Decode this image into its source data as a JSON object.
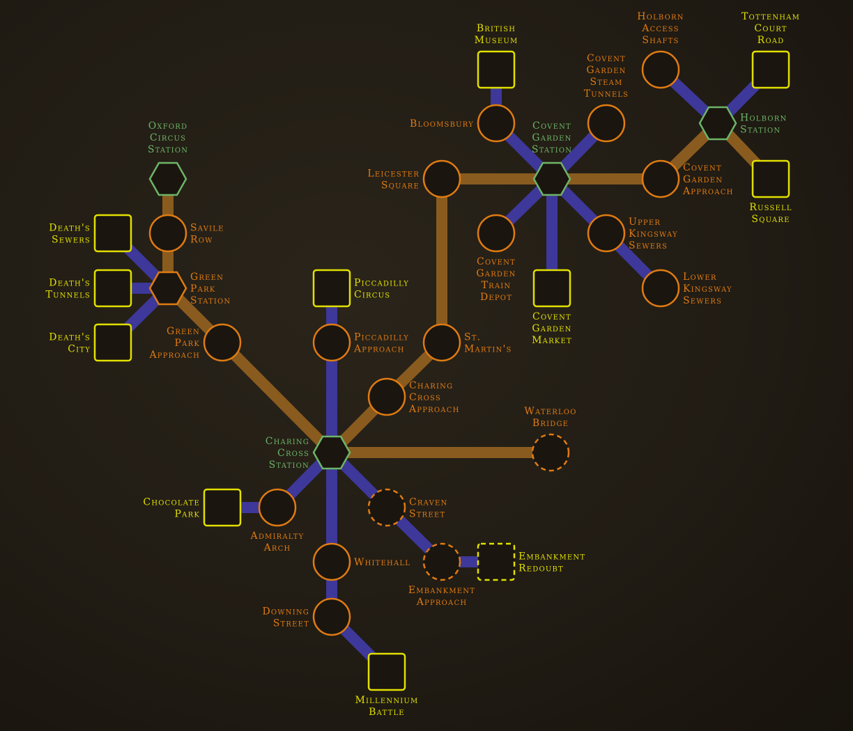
{
  "colors": {
    "location": "#e07b12",
    "objective": "#e2e000",
    "station": "#6db567",
    "line_blue": "#3d3899",
    "line_orange": "#8a5b1f",
    "node_fill": "#1a150f"
  },
  "nodes": [
    {
      "id": "british-museum",
      "type": "objective",
      "label": [
        "British",
        "Museum"
      ]
    },
    {
      "id": "bloomsbury",
      "type": "location",
      "label": [
        "Bloomsbury"
      ]
    },
    {
      "id": "covent-garden-station",
      "type": "station",
      "label": [
        "Covent",
        "Garden",
        "Station"
      ]
    },
    {
      "id": "covent-garden-steam-tunnels",
      "type": "location",
      "label": [
        "Covent",
        "Garden",
        "Steam",
        "Tunnels"
      ]
    },
    {
      "id": "holborn-access-shafts",
      "type": "location",
      "label": [
        "Holborn",
        "Access",
        "Shafts"
      ]
    },
    {
      "id": "tottenham-court-road",
      "type": "objective",
      "label": [
        "Tottenham",
        "Court",
        "Road"
      ]
    },
    {
      "id": "holborn-station",
      "type": "station",
      "label": [
        "Holborn",
        "Station"
      ]
    },
    {
      "id": "covent-garden-approach",
      "type": "location",
      "label": [
        "Covent",
        "Garden",
        "Approach"
      ]
    },
    {
      "id": "russell-square",
      "type": "objective",
      "label": [
        "Russell",
        "Square"
      ]
    },
    {
      "id": "leicester-square",
      "type": "location",
      "label": [
        "Leicester",
        "Square"
      ]
    },
    {
      "id": "covent-garden-train-depot",
      "type": "location",
      "label": [
        "Covent",
        "Garden",
        "Train",
        "Depot"
      ]
    },
    {
      "id": "covent-garden-market",
      "type": "objective",
      "label": [
        "Covent",
        "Garden",
        "Market"
      ]
    },
    {
      "id": "upper-kingsway-sewers",
      "type": "location",
      "label": [
        "Upper",
        "Kingsway",
        "Sewers"
      ]
    },
    {
      "id": "lower-kingsway-sewers",
      "type": "location",
      "label": [
        "Lower",
        "Kingsway",
        "Sewers"
      ]
    },
    {
      "id": "oxford-circus-station",
      "type": "station",
      "label": [
        "Oxford",
        "Circus",
        "Station"
      ]
    },
    {
      "id": "savile-row",
      "type": "location",
      "label": [
        "Savile",
        "Row"
      ]
    },
    {
      "id": "green-park-station",
      "type": "location-hub",
      "label": [
        "Green",
        "Park",
        "Station"
      ]
    },
    {
      "id": "deaths-sewers",
      "type": "objective",
      "label": [
        "Death's",
        "Sewers"
      ]
    },
    {
      "id": "deaths-tunnels",
      "type": "objective",
      "label": [
        "Death's",
        "Tunnels"
      ]
    },
    {
      "id": "deaths-city",
      "type": "objective",
      "label": [
        "Death's",
        "City"
      ]
    },
    {
      "id": "green-park-approach",
      "type": "location",
      "label": [
        "Green",
        "Park",
        "Approach"
      ]
    },
    {
      "id": "piccadilly-circus",
      "type": "objective",
      "label": [
        "Piccadilly",
        "Circus"
      ]
    },
    {
      "id": "piccadilly-approach",
      "type": "location",
      "label": [
        "Piccadilly",
        "Approach"
      ]
    },
    {
      "id": "st-martins",
      "type": "location",
      "label": [
        "St.",
        "Martin's"
      ]
    },
    {
      "id": "charing-cross-approach",
      "type": "location",
      "label": [
        "Charing",
        "Cross",
        "Approach"
      ]
    },
    {
      "id": "charing-cross-station",
      "type": "station",
      "label": [
        "Charing",
        "Cross",
        "Station"
      ]
    },
    {
      "id": "waterloo-bridge",
      "type": "location",
      "locked": true,
      "label": [
        "Waterloo",
        "Bridge"
      ]
    },
    {
      "id": "chocolate-park",
      "type": "objective",
      "label": [
        "Chocolate",
        "Park"
      ]
    },
    {
      "id": "admiralty-arch",
      "type": "location",
      "label": [
        "Admiralty",
        "Arch"
      ]
    },
    {
      "id": "craven-street",
      "type": "location",
      "locked": true,
      "label": [
        "Craven",
        "Street"
      ]
    },
    {
      "id": "whitehall",
      "type": "location",
      "label": [
        "Whitehall"
      ]
    },
    {
      "id": "embankment-approach",
      "type": "location",
      "locked": true,
      "label": [
        "Embankment",
        "Approach"
      ]
    },
    {
      "id": "embankment-redoubt",
      "type": "objective",
      "locked": true,
      "label": [
        "Embankment",
        "Redoubt"
      ]
    },
    {
      "id": "downing-street",
      "type": "location",
      "label": [
        "Downing",
        "Street"
      ]
    },
    {
      "id": "millennium-battle",
      "type": "objective",
      "label": [
        "Millennium",
        "Battle"
      ]
    }
  ],
  "edges": [
    [
      "british-museum",
      "bloomsbury",
      "blue"
    ],
    [
      "bloomsbury",
      "covent-garden-station",
      "blue"
    ],
    [
      "covent-garden-steam-tunnels",
      "covent-garden-station",
      "blue"
    ],
    [
      "leicester-square",
      "covent-garden-station",
      "orange"
    ],
    [
      "covent-garden-station",
      "covent-garden-approach",
      "orange"
    ],
    [
      "covent-garden-station",
      "covent-garden-train-depot",
      "blue"
    ],
    [
      "covent-garden-station",
      "covent-garden-market",
      "blue"
    ],
    [
      "covent-garden-station",
      "upper-kingsway-sewers",
      "blue"
    ],
    [
      "upper-kingsway-sewers",
      "lower-kingsway-sewers",
      "blue"
    ],
    [
      "holborn-access-shafts",
      "holborn-station",
      "blue"
    ],
    [
      "tottenham-court-road",
      "holborn-station",
      "blue"
    ],
    [
      "holborn-station",
      "covent-garden-approach",
      "orange"
    ],
    [
      "holborn-station",
      "russell-square",
      "orange"
    ],
    [
      "leicester-square",
      "st-martins",
      "orange"
    ],
    [
      "oxford-circus-station",
      "savile-row",
      "orange"
    ],
    [
      "savile-row",
      "green-park-station",
      "orange"
    ],
    [
      "deaths-sewers",
      "green-park-station",
      "blue"
    ],
    [
      "deaths-tunnels",
      "green-park-station",
      "blue"
    ],
    [
      "deaths-city",
      "green-park-station",
      "blue"
    ],
    [
      "green-park-station",
      "green-park-approach",
      "orange"
    ],
    [
      "green-park-approach",
      "charing-cross-station",
      "orange"
    ],
    [
      "piccadilly-circus",
      "piccadilly-approach",
      "blue"
    ],
    [
      "piccadilly-approach",
      "charing-cross-station",
      "blue"
    ],
    [
      "st-martins",
      "charing-cross-approach",
      "orange"
    ],
    [
      "charing-cross-approach",
      "charing-cross-station",
      "orange"
    ],
    [
      "charing-cross-station",
      "waterloo-bridge",
      "orange"
    ],
    [
      "charing-cross-station",
      "admiralty-arch",
      "blue"
    ],
    [
      "admiralty-arch",
      "chocolate-park",
      "blue"
    ],
    [
      "charing-cross-station",
      "craven-street",
      "blue"
    ],
    [
      "craven-street",
      "embankment-approach",
      "blue"
    ],
    [
      "embankment-approach",
      "embankment-redoubt",
      "blue"
    ],
    [
      "charing-cross-station",
      "whitehall",
      "blue"
    ],
    [
      "whitehall",
      "downing-street",
      "blue"
    ],
    [
      "downing-street",
      "millennium-battle",
      "blue"
    ]
  ]
}
